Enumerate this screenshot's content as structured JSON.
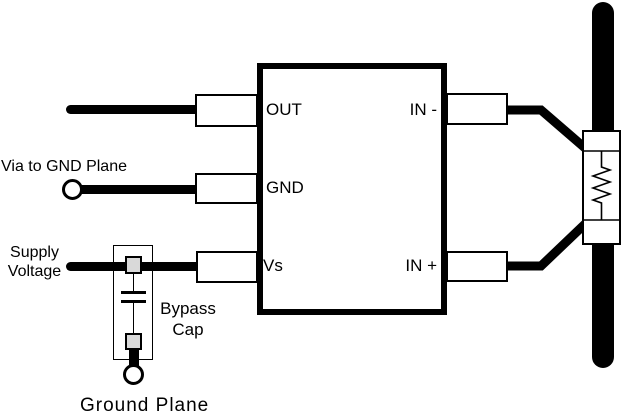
{
  "ic": {
    "pins": {
      "out": "OUT",
      "gnd": "GND",
      "vs": "Vs",
      "in_minus": "IN -",
      "in_plus": "IN +"
    }
  },
  "annotations": {
    "via_gnd": "Via to GND Plane",
    "supply_line1": "Supply",
    "supply_line2": "Voltage",
    "bypass_line1": "Bypass",
    "bypass_line2": "Cap",
    "ground_plane": "Ground Plane"
  },
  "icons": {
    "via": "via-circle",
    "capacitor": "capacitor-plates",
    "resistor": "resistor-zigzag"
  },
  "colors": {
    "line": "#000000",
    "pad_fill": "#ffffff",
    "smd_pad_fill": "#d9d9d9",
    "background": "#ffffff"
  }
}
